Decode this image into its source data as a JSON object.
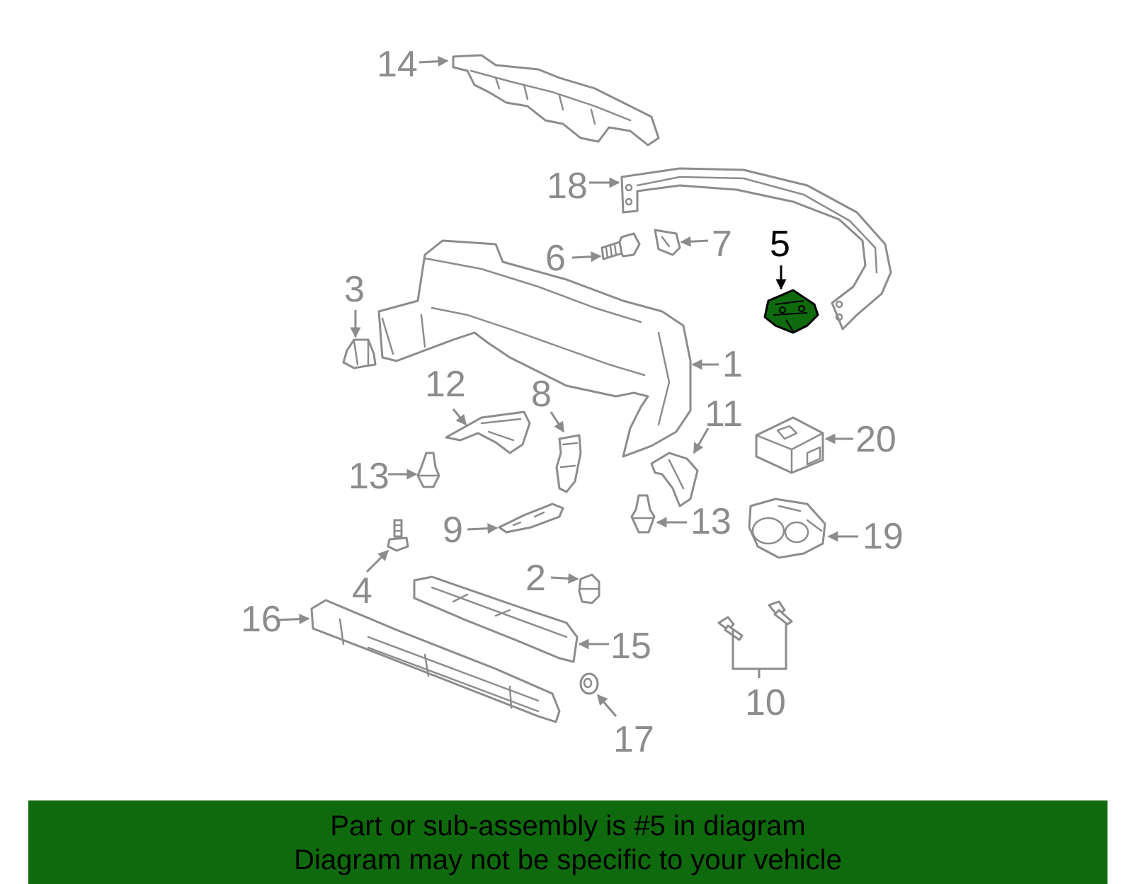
{
  "diagram": {
    "highlight_color": "#0f6a0d",
    "highlight_part": "5",
    "callouts": {
      "p1": "1",
      "p2": "2",
      "p3": "3",
      "p4": "4",
      "p5": "5",
      "p6": "6",
      "p7": "7",
      "p8": "8",
      "p9": "9",
      "p10": "10",
      "p11": "11",
      "p12": "12",
      "p13a": "13",
      "p13b": "13",
      "p14": "14",
      "p15": "15",
      "p16": "16",
      "p17": "17",
      "p18": "18",
      "p19": "19",
      "p20": "20"
    }
  },
  "footer": {
    "background": "#0f6a0d",
    "line1": "Part or sub-assembly is #5 in diagram",
    "line2": "Diagram may not be specific to your vehicle"
  }
}
